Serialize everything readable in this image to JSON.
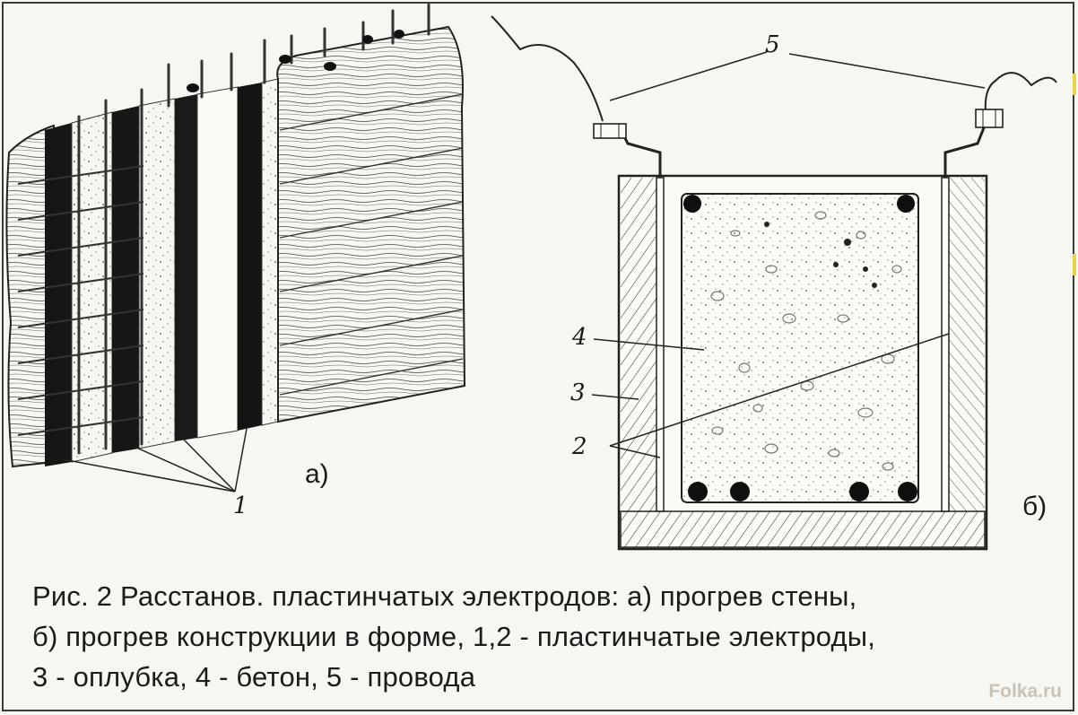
{
  "figure": {
    "label_a": "а)",
    "label_b": "б)",
    "callout_1": "1",
    "callout_2": "2",
    "callout_3": "3",
    "callout_4": "4",
    "callout_5": "5"
  },
  "caption": {
    "line1": "Рис. 2 Расстанов. пластинчатых электродов: а) прогрев стены,",
    "line2": "б) прогрев конструкции в форме, 1,2 - пластинчатые электроды,",
    "line3": "3 - оплубка, 4 - бетон, 5 - провода"
  },
  "watermark": "Folka.ru"
}
